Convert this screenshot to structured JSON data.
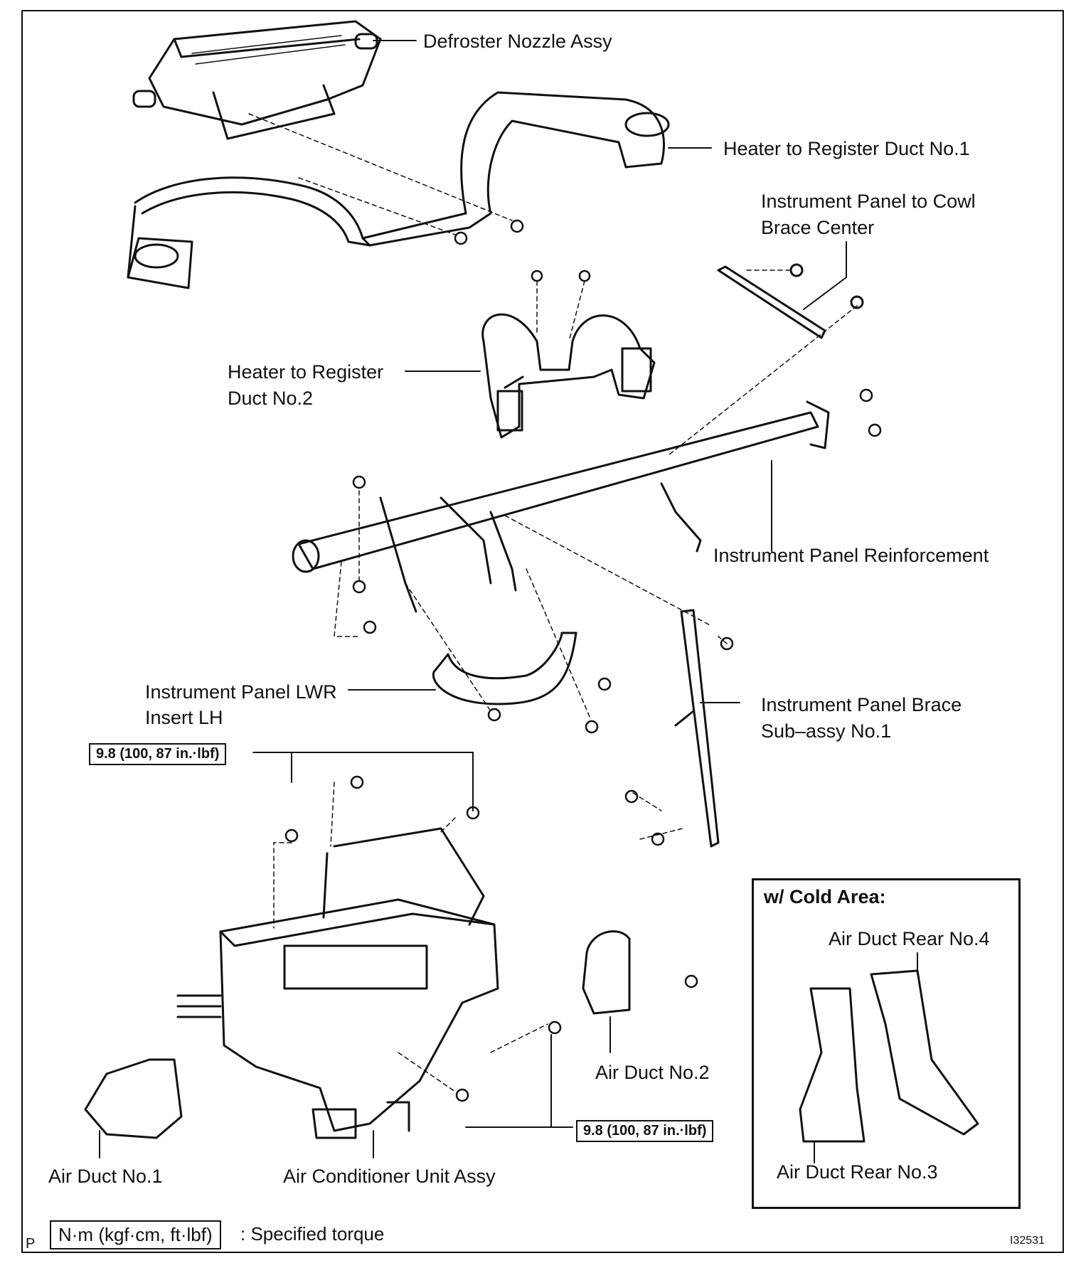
{
  "labels": {
    "defroster_nozzle": "Defroster Nozzle Assy",
    "heater_duct_1": "Heater to Register Duct No.1",
    "cowl_brace_line1": "Instrument Panel to Cowl",
    "cowl_brace_line2": "Brace Center",
    "heater_duct_2_line1": "Heater to Register",
    "heater_duct_2_line2": "Duct No.2",
    "reinforcement": "Instrument Panel Reinforcement",
    "lwr_insert_line1": "Instrument Panel LWR",
    "lwr_insert_line2": "Insert LH",
    "brace_line1": "Instrument Panel Brace",
    "brace_line2": "Sub–assy No.1",
    "air_duct_2": "Air Duct No.2",
    "air_duct_1": "Air Duct No.1",
    "ac_unit": "Air Conditioner Unit Assy"
  },
  "torque": {
    "upper": "9.8 (100, 87 in.·lbf)",
    "lower": "9.8 (100, 87 in.·lbf)"
  },
  "inset": {
    "title": "w/ Cold Area:",
    "rear_4": "Air Duct Rear No.4",
    "rear_3": "Air Duct Rear No.3"
  },
  "legend": {
    "unit_box": "N·m (kgf·cm, ft·lbf)",
    "meaning": ": Specified torque"
  },
  "corner": {
    "left_mark": "P",
    "figure_id": "I32531"
  }
}
